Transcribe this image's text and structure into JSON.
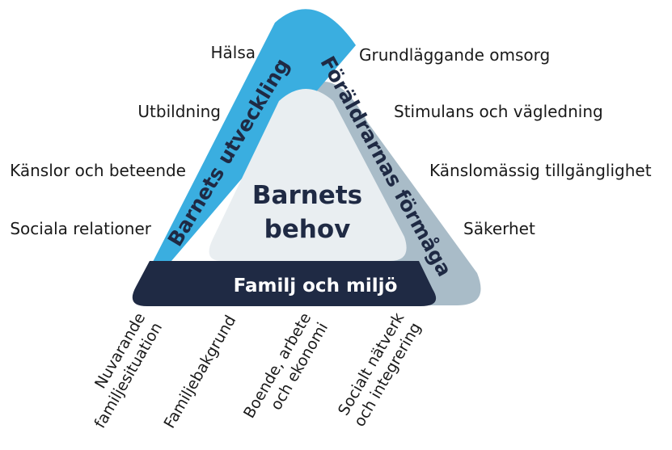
{
  "center": {
    "line1": "Barnets",
    "line2": "behov"
  },
  "sides": {
    "left": "Barnets utveckling",
    "right": "Föräldrarnas förmåga",
    "base": "Familj och miljö"
  },
  "left_items": [
    "Hälsa",
    "Utbildning",
    "Känslor och beteende",
    "Sociala relationer"
  ],
  "right_items": [
    "Grundläggande omsorg",
    "Stimulans och vägledning",
    "Känslomässig tillgänglighet",
    "Säkerhet"
  ],
  "bottom_items": [
    {
      "line1": "Nuvarande",
      "line2": "familjesituation"
    },
    {
      "line1": "Familjebakgrund",
      "line2": ""
    },
    {
      "line1": "Boende, arbete",
      "line2": "och ekonomi"
    },
    {
      "line1": "Socialt nätverk",
      "line2": "och integrering"
    }
  ],
  "colors": {
    "blue": "#3aaee0",
    "grey": "#a9bcc8",
    "navy": "#1f2a44",
    "inner": "#e9eef1"
  }
}
